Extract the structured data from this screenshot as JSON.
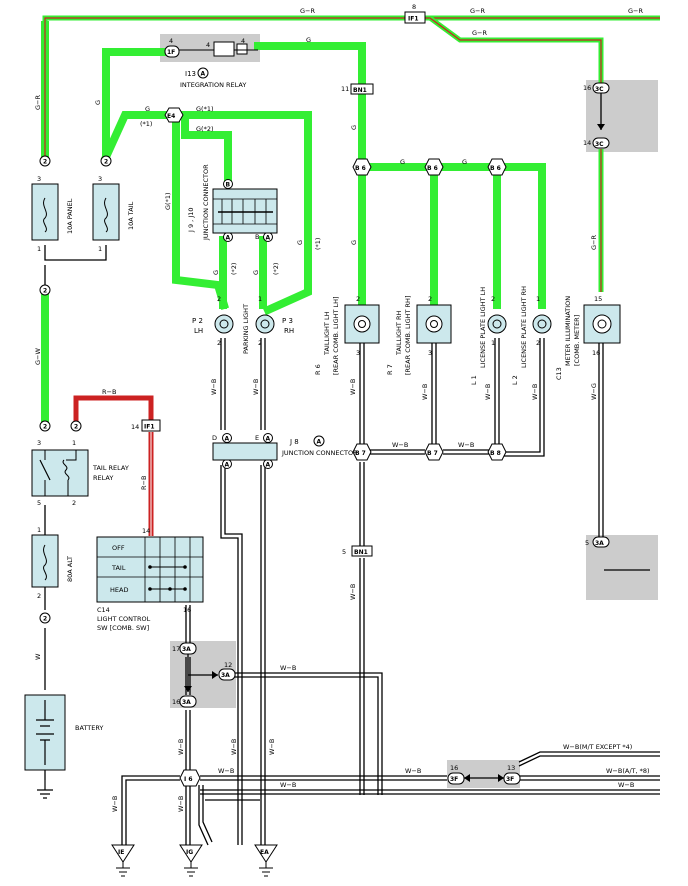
{
  "wire_colors": {
    "green_highlight": "#33ee33",
    "red_highlight": "#cc2222",
    "gray_box": "#cccccc",
    "component_fill": "#cce8ec"
  },
  "components": {
    "integration_relay": {
      "code": "I13",
      "code_circle": "A",
      "name": "INTEGRATION RELAY"
    },
    "fuse_panel": {
      "name": "10A PANEL"
    },
    "fuse_tail": {
      "name": "10A TAIL"
    },
    "junction_connector_top": {
      "codes": "J 9 , J10",
      "name": "JUNCTION CONNECTOR"
    },
    "parking_light_lh": {
      "code": "P 2",
      "side": "LH"
    },
    "parking_light_rh": {
      "code": "P 3",
      "side": "RH"
    },
    "parking_light_label": "PARKING LIGHT",
    "taillight_lh": {
      "code": "R 6",
      "name": "TAILLIGHT LH",
      "sub": "[REAR COMB. LIGHT LH]"
    },
    "taillight_rh": {
      "code": "R 7",
      "name": "TAILLIGHT RH",
      "sub": "[REAR COMB. LIGHT RH]"
    },
    "license_lh": {
      "code": "L 1",
      "name": "LICENSE PLATE LIGHT LH"
    },
    "license_rh": {
      "code": "L 2",
      "name": "LICENSE PLATE LIGHT RH"
    },
    "meter": {
      "code": "C13",
      "name": "METER ILLUMINATION",
      "sub": "[COMB. METER]"
    },
    "tail_relay": {
      "name": "TAIL RELAY",
      "name2": "RELAY"
    },
    "junction_connector_mid": {
      "code": "J 8",
      "code_circle": "A",
      "name": "JUNCTION CONNECTOR"
    },
    "fuse_alt": {
      "name": "80A ALT"
    },
    "battery": {
      "name": "BATTERY"
    },
    "light_switch": {
      "code": "C14",
      "name": "LIGHT CONTROL",
      "sub": "SW [COMB. SW]",
      "rows": [
        "OFF",
        "TAIL",
        "HEAD"
      ]
    }
  },
  "wire_labels": {
    "gr": "G−R",
    "g": "G",
    "gw": "G−W",
    "wb": "W−B",
    "wg": "W−G",
    "rb": "R−B",
    "g1": "G(*1)",
    "g2": "G(*2)",
    "star1": "(*1)",
    "star2": "(*2)",
    "wb_mt": "W−B(M/T EXCEPT *4)",
    "wb_at": "W−B(A/T, *8)"
  },
  "connectors": {
    "if1": "IF1",
    "onef": "1F",
    "bn1": "BN1",
    "e4": "E4",
    "b6": "B 6",
    "b7": "B 7",
    "b8": "B 8",
    "threec": "3C",
    "threea": "3A",
    "threef": "3F",
    "i6": "I 6",
    "ie": "IE",
    "ig": "IG",
    "ea": "EA",
    "a": "A",
    "b": "B",
    "d": "D",
    "e": "E",
    "two": "2"
  },
  "pins": {
    "p1": "1",
    "p2": "2",
    "p3": "3",
    "p4": "4",
    "p5": "5",
    "p8": "8",
    "p11": "11",
    "p12": "12",
    "p13": "13",
    "p14": "14",
    "p15": "15",
    "p16": "16",
    "p17": "17"
  }
}
